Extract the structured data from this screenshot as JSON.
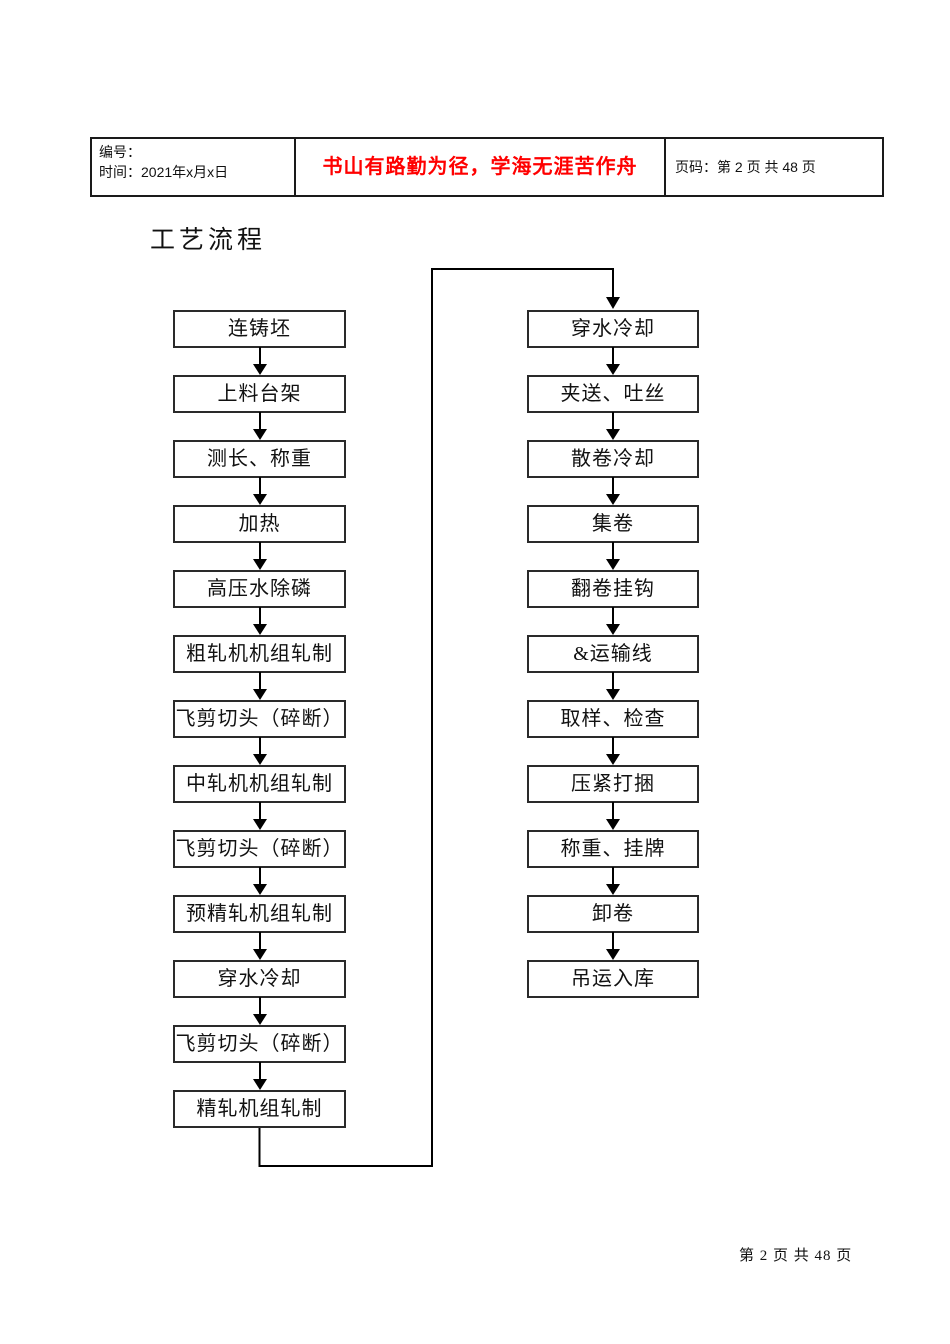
{
  "header": {
    "number_label": "编号：",
    "time_label": "时间：2021年x月x日",
    "motto": "书山有路勤为径，学海无涯苦作舟",
    "motto_color": "#ff0000",
    "page_label": "页码：第 2 页 共 48 页"
  },
  "content": {
    "title": "工艺流程"
  },
  "flowchart": {
    "left_column": [
      "连铸坯",
      "上料台架",
      "测长、称重",
      "加热",
      "高压水除磷",
      "粗轧机机组轧制",
      "飞剪切头（碎断）",
      "中轧机机组轧制",
      "飞剪切头（碎断）",
      "预精轧机组轧制",
      "穿水冷却",
      "飞剪切头（碎断）",
      "精轧机组轧制"
    ],
    "right_column": [
      "穿水冷却",
      "夹送、吐丝",
      "散卷冷却",
      "集卷",
      "翻卷挂钩",
      "&运输线",
      "取样、检查",
      "压紧打捆",
      "称重、挂牌",
      "卸卷",
      "吊运入库"
    ]
  },
  "footer": {
    "page_number": "第 2 页 共 48 页"
  }
}
